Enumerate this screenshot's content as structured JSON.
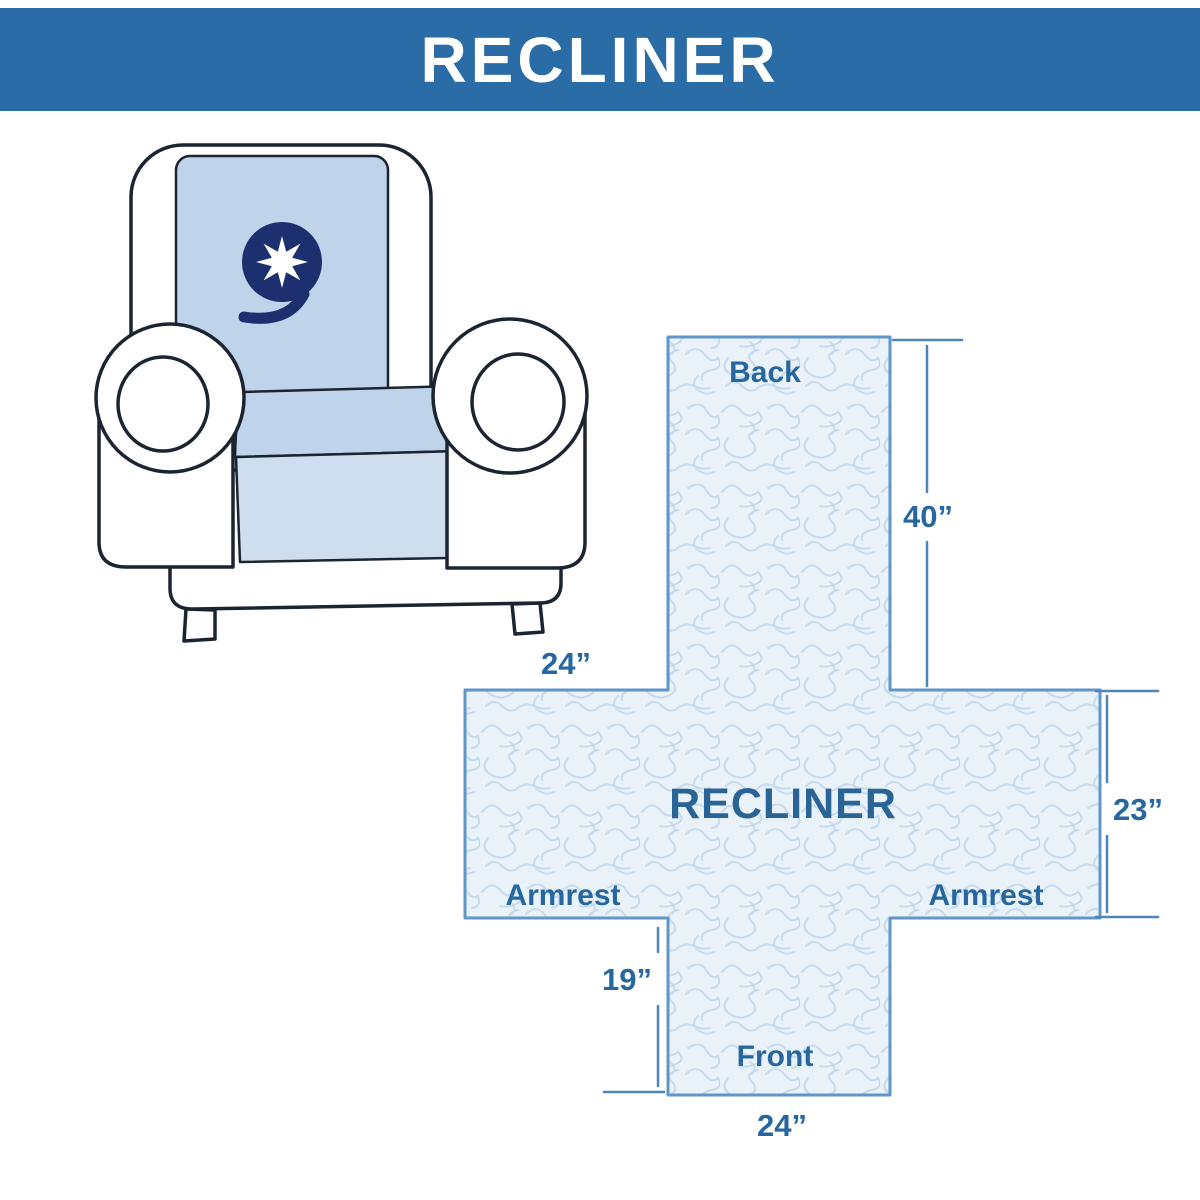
{
  "banner": {
    "title": "RECLINER"
  },
  "diagram": {
    "center_label": "RECLINER",
    "labels": {
      "back": "Back",
      "front": "Front",
      "armrest_left": "Armrest",
      "armrest_right": "Armrest"
    },
    "dimensions": {
      "back_height": "40”",
      "top_width": "24”",
      "side_height": "23”",
      "front_height": "19”",
      "bottom_width": "24”"
    }
  },
  "colors": {
    "banner_bg": "#2a6ca6",
    "banner_text": "#ffffff",
    "label_blue": "#27669e",
    "center_title_blue": "#2a6496",
    "pattern_fill": "#e9f1f9",
    "pattern_texture": "#c6dbee",
    "pattern_border": "#6096c8",
    "dimension_line": "#4f86ba",
    "cover_blue": "#bfd4ea",
    "skirt_blue": "#cfdeee",
    "outline_ink": "#1b2430",
    "logo_navy": "#1c2f6e"
  }
}
